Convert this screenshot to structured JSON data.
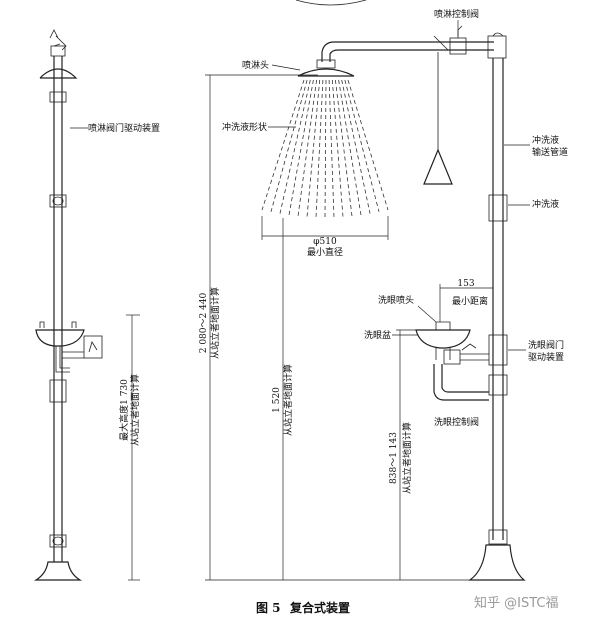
{
  "caption": {
    "figure_no": "图 5",
    "title": "复合式装置"
  },
  "watermark": "知乎 @ISTC福",
  "labels": {
    "shower_valve_drive": "喷淋阀门驱动装置",
    "shower_head": "喷淋头",
    "shower_control_valve": "喷淋控制阀",
    "spray_pattern": "冲洗液形状",
    "supply_pipe": "冲洗液输送管道",
    "flush_fluid": "冲洗液",
    "eyewash_nozzle": "洗眼喷头",
    "eyewash_basin": "洗眼盆",
    "eyewash_valve_drive": "洗眼阀门驱动装置",
    "eyewash_control_valve": "洗眼控制阀",
    "min_distance": "最小距离",
    "min_diameter": "最小直径"
  },
  "dimensions": {
    "min_diameter_value": "φ510",
    "distance_value": "153",
    "max_height_line1": "最大高度1 730",
    "max_height_line2": "从站立者地面计算",
    "shower_height_value": "2 080～2 440",
    "shower_height_note": "从站立者地面计算",
    "spray_height_value": "1 520",
    "spray_height_note": "从站立者地面计算",
    "eyewash_height_value": "838～1 143",
    "eyewash_height_note": "从站立者地面计算"
  }
}
